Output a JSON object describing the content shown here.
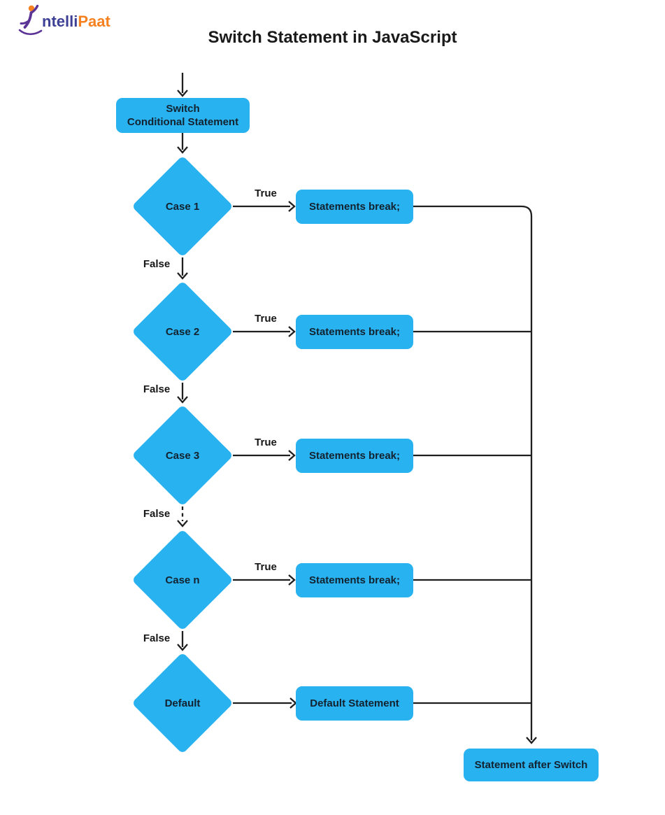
{
  "logo": {
    "text_blue": "ntelli",
    "text_orange": "Paat"
  },
  "title": "Switch Statement in JavaScript",
  "colors": {
    "node_fill": "#29b2f0",
    "node_text": "#13222f",
    "line": "#1f1f1f",
    "logo_blue": "#3e4095",
    "logo_orange": "#f58120",
    "logo_purple": "#5b3496"
  },
  "flow": {
    "start": {
      "line1": "Switch",
      "line2": "Conditional Statement"
    },
    "rows": [
      {
        "condition": "Case 1",
        "true_label": "True",
        "false_label": "False",
        "action": "Statements break;"
      },
      {
        "condition": "Case 2",
        "true_label": "True",
        "false_label": "False",
        "action": "Statements break;"
      },
      {
        "condition": "Case 3",
        "true_label": "True",
        "false_label": "False",
        "action": "Statements break;"
      },
      {
        "condition": "Case n",
        "true_label": "True",
        "false_label": "False",
        "action": "Statements break;"
      }
    ],
    "default_row": {
      "condition": "Default",
      "action": "Default Statement"
    },
    "end": {
      "label": "Statement after Switch"
    }
  }
}
